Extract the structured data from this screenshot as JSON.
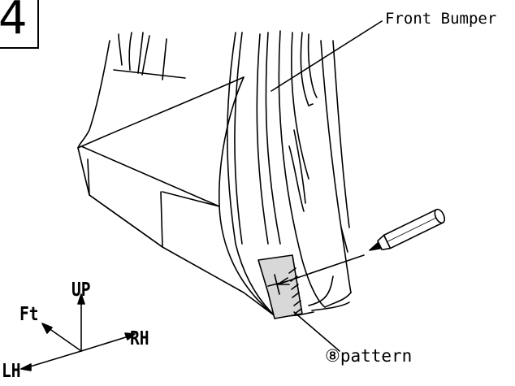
{
  "step": {
    "number": "4"
  },
  "labels": {
    "front_bumper": "Front Bumper",
    "pattern": "⑧pattern"
  },
  "axes": {
    "up": "UP",
    "ft": "Ft",
    "rh": "RH",
    "lh": "LH"
  },
  "icons": {
    "marker": "marker-pen-icon",
    "direction": "direction-axes-icon"
  },
  "colors": {
    "line": "#000000",
    "pattern_fill": "#d8d8d8",
    "background": "#ffffff"
  }
}
